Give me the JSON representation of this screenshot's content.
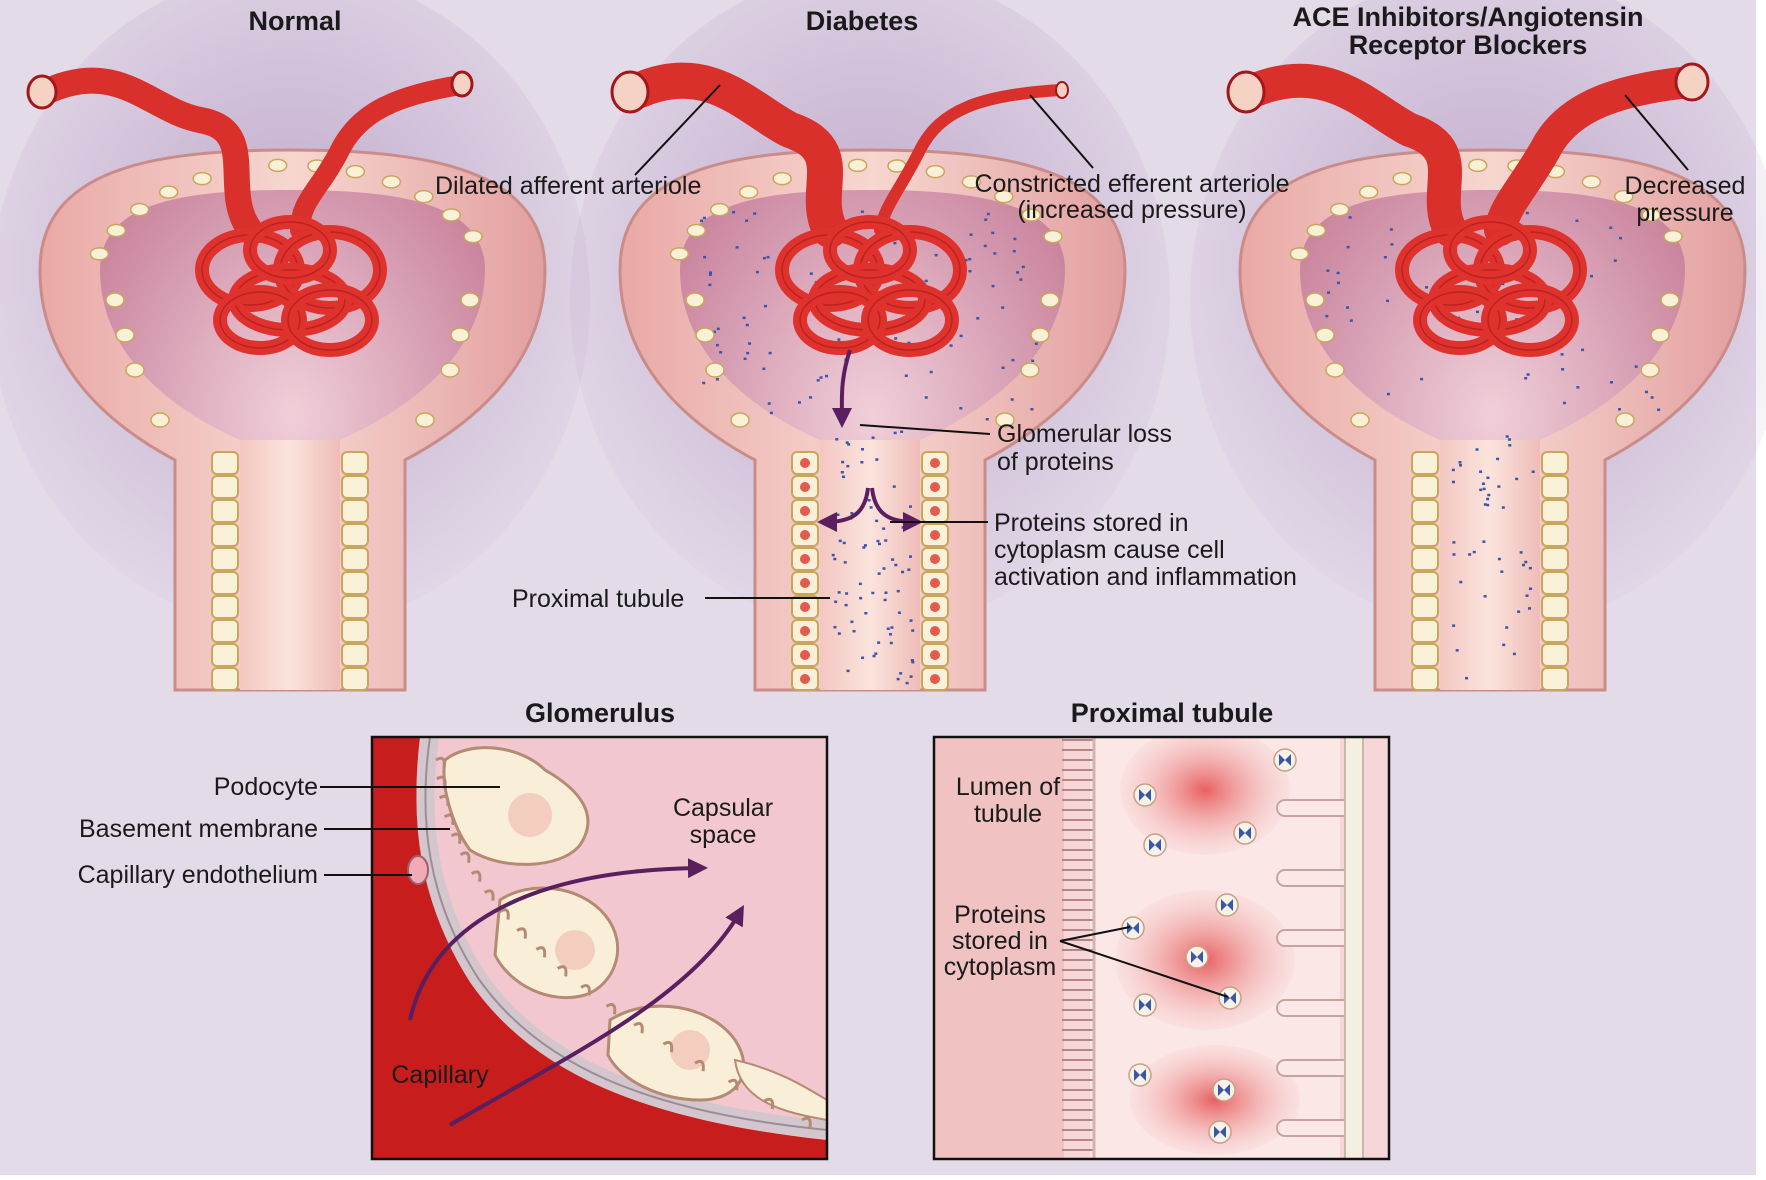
{
  "panels": {
    "normal": {
      "title": "Normal"
    },
    "diabetes": {
      "title": "Diabetes",
      "labels": {
        "dilated_afferent": "Dilated afferent arteriole",
        "constricted_efferent_1": "Constricted efferent arteriole",
        "constricted_efferent_2": "(increased pressure)",
        "glomerular_loss_1": "Glomerular loss",
        "glomerular_loss_2": "of proteins",
        "proteins_stored_1": "Proteins stored in",
        "proteins_stored_2": "cytoplasm cause cell",
        "proteins_stored_3": "activation and inflammation",
        "proximal_tubule": "Proximal tubule"
      }
    },
    "ace": {
      "title_1": "ACE Inhibitors/Angiotensin",
      "title_2": "Receptor Blockers",
      "labels": {
        "decreased_1": "Decreased",
        "decreased_2": "pressure"
      }
    }
  },
  "insets": {
    "glomerulus": {
      "title": "Glomerulus",
      "labels": {
        "podocyte": "Podocyte",
        "basement_membrane": "Basement membrane",
        "capillary_endothelium": "Capillary endothelium",
        "capsular_space_1": "Capsular",
        "capsular_space_2": "space",
        "capillary": "Capillary"
      }
    },
    "proximal_tubule": {
      "title": "Proximal tubule",
      "labels": {
        "lumen_1": "Lumen of",
        "lumen_2": "tubule",
        "proteins_1": "Proteins",
        "proteins_2": "stored in",
        "proteins_3": "cytoplasm"
      }
    }
  },
  "colors": {
    "background": "#e4dbe9",
    "vessel": "#e0322d",
    "vessel_dark": "#a3161a",
    "capsule": "#f2c7c3",
    "capsule_inner": "#d98f98",
    "cell": "#f8f1d8",
    "cell_border": "#c9a659",
    "protein_dot": "#3a56a8",
    "arrow": "#5a1f5e",
    "capillary_blood": "#c81d1d"
  }
}
